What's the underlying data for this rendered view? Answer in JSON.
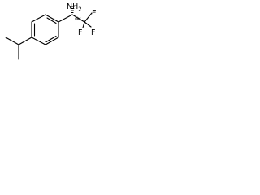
{
  "structure": {
    "atom_labels": {
      "amine": "NH",
      "amine_subscript": "2",
      "fluorine_top": "F",
      "fluorine_left": "F",
      "fluorine_right": "F"
    },
    "stereo_note": "Abs"
  }
}
